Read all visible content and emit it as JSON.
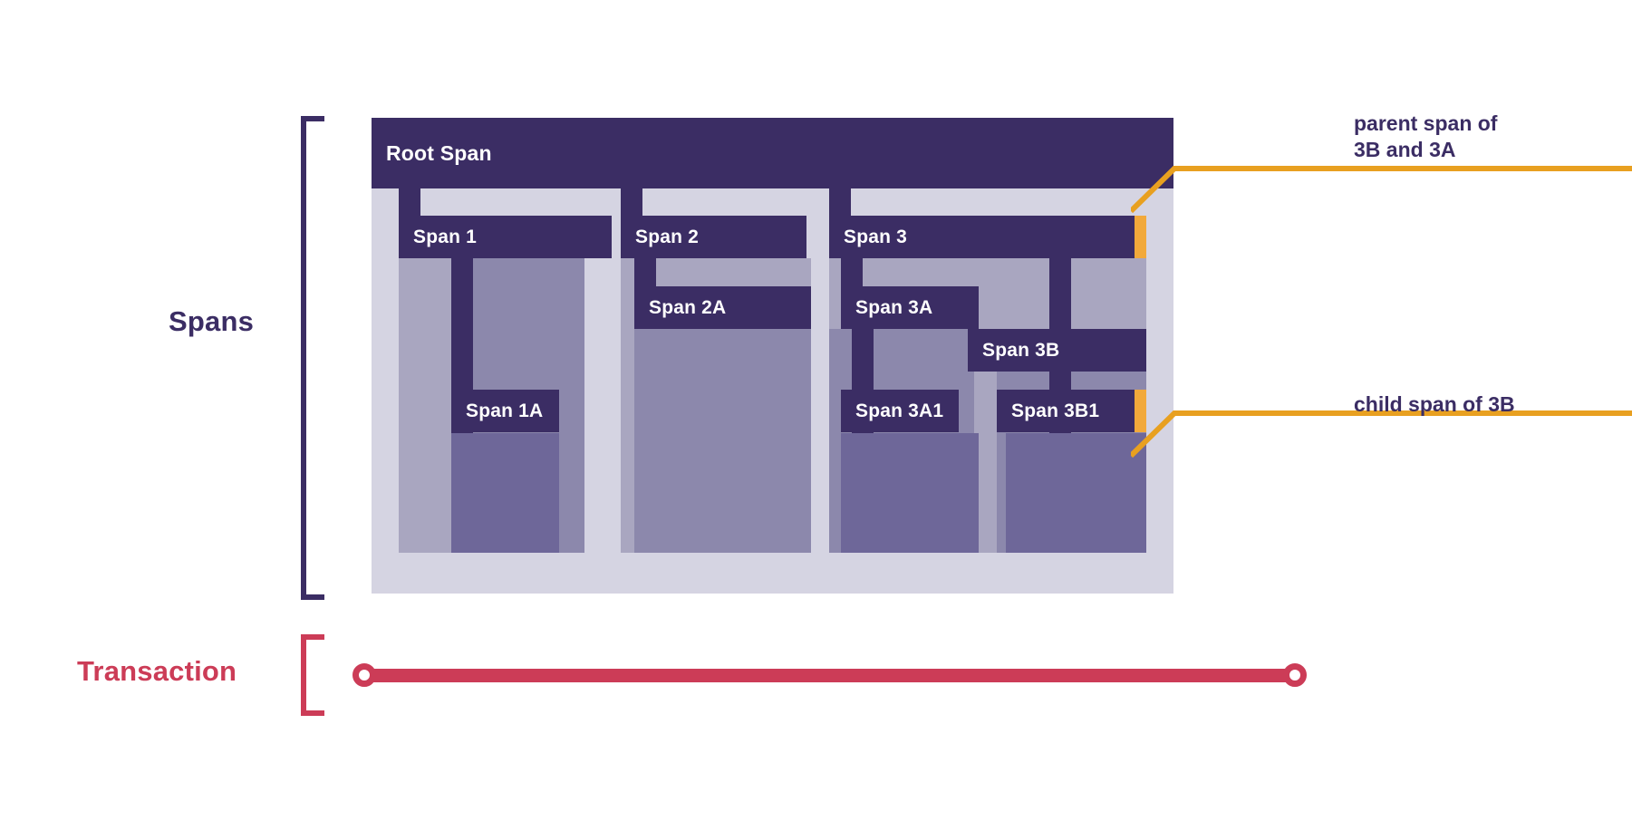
{
  "diagram": {
    "title": "Distributed tracing: spans within a transaction",
    "sections": {
      "spans_label": "Spans",
      "transaction_label": "Transaction"
    },
    "colors": {
      "span_bar": "#3B2D64",
      "highlight": "#F2A93B",
      "transaction": "#CC3C57",
      "track_level0": "#D5D4E2",
      "track_level1": "#A9A6C0",
      "track_level2": "#8C88AC",
      "track_level3": "#6E6799",
      "background": "#FFFFFF"
    },
    "spans": [
      {
        "id": "root",
        "label": "Root Span",
        "depth": 0,
        "parent": null
      },
      {
        "id": "s1",
        "label": "Span 1",
        "depth": 1,
        "parent": "root"
      },
      {
        "id": "s1a",
        "label": "Span 1A",
        "depth": 2,
        "parent": "s1"
      },
      {
        "id": "s2",
        "label": "Span 2",
        "depth": 1,
        "parent": "root"
      },
      {
        "id": "s2a",
        "label": "Span 2A",
        "depth": 2,
        "parent": "s2"
      },
      {
        "id": "s3",
        "label": "Span 3",
        "depth": 1,
        "parent": "root"
      },
      {
        "id": "s3a",
        "label": "Span 3A",
        "depth": 2,
        "parent": "s3"
      },
      {
        "id": "s3a1",
        "label": "Span 3A1",
        "depth": 3,
        "parent": "s3a"
      },
      {
        "id": "s3b",
        "label": "Span 3B",
        "depth": 2,
        "parent": "s3"
      },
      {
        "id": "s3b1",
        "label": "Span 3B1",
        "depth": 3,
        "parent": "s3b"
      }
    ],
    "callouts": [
      {
        "id": "callout-parent",
        "text": "parent span of\n3B and 3A",
        "target_span": "s3"
      },
      {
        "id": "callout-child",
        "text": "child span of 3B",
        "target_span": "s3b1"
      }
    ]
  }
}
